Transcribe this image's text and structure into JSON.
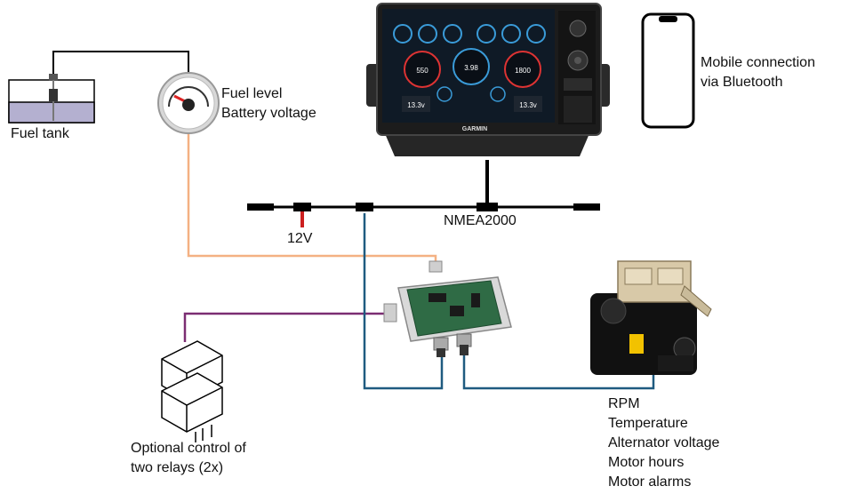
{
  "labels": {
    "fuel_tank": "Fuel tank",
    "gauge_line1": "Fuel level",
    "gauge_line2": "Battery voltage",
    "mobile_line1": "Mobile connection",
    "mobile_line2": "via Bluetooth",
    "power": "12V",
    "bus": "NMEA2000",
    "relays_line1": "Optional control of",
    "relays_line2": "two relays (2x)",
    "engine_data": [
      "RPM",
      "Temperature",
      "Alternator voltage",
      "Motor hours",
      "Motor alarms"
    ]
  },
  "display": {
    "brand": "GARMIN",
    "gauge_readouts": [
      "550",
      "3.98",
      "1800"
    ],
    "voltage_readouts": [
      "13.3v",
      "13.3v"
    ]
  },
  "colors": {
    "bus": "#000000",
    "power_drop": "#cc1f1f",
    "gauge_wire": "#f4b183",
    "relay_wire": "#7b2d72",
    "nmea_drop": "#1f5b80",
    "engine_wire": "#1f5b80"
  }
}
